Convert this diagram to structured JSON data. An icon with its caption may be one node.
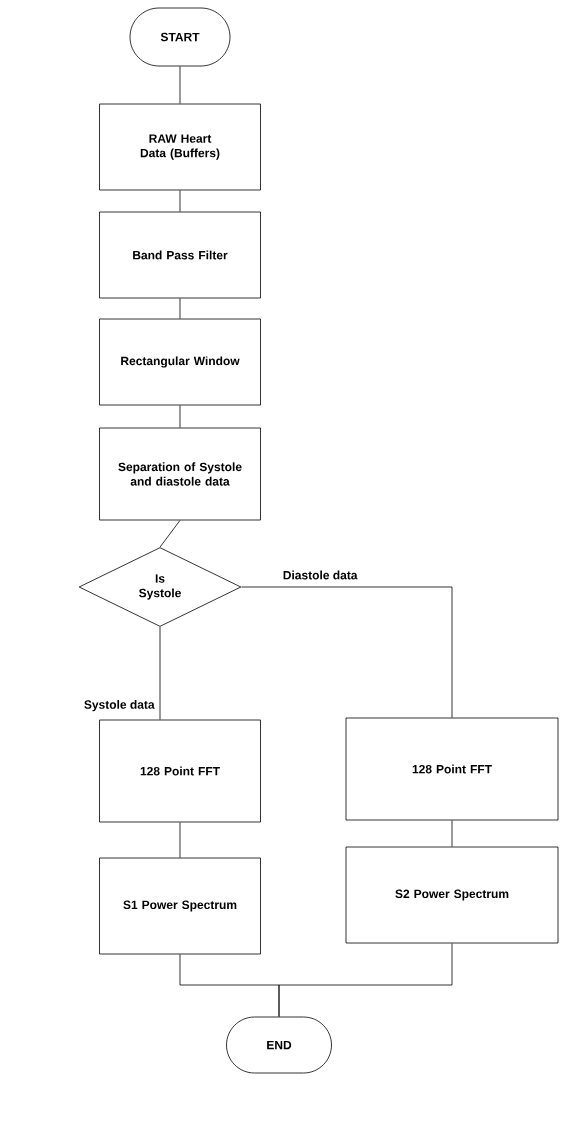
{
  "diagram": {
    "nodes": [
      {
        "text": [
          "START"
        ]
      },
      {
        "text": [
          "RAW Heart Data (Buffers)"
        ]
      },
      {
        "text": [
          "Band Pass Filter"
        ]
      },
      {
        "text": [
          "Rectangular Window"
        ]
      },
      {
        "text": [
          "Separation of Systole and diastole data"
        ]
      },
      {
        "text": [
          "Is Systole"
        ]
      },
      {
        "text": [
          "128 Point FFT"
        ]
      },
      {
        "text": [
          "128 Point FFT"
        ]
      },
      {
        "text": [
          "S1 Power Spectrum"
        ]
      },
      {
        "text": [
          "S2 Power Spectrum"
        ]
      },
      {
        "text": [
          "END"
        ]
      }
    ],
    "edges": [
      {
        "from": 0,
        "to": 1,
        "arrow": "none"
      },
      {
        "from": 1,
        "to": 2,
        "arrow": "none"
      },
      {
        "from": 2,
        "to": 3,
        "arrow": "none"
      },
      {
        "from": 3,
        "to": 4,
        "arrow": "none"
      },
      {
        "from": 4,
        "to": 5,
        "arrow": "none"
      },
      {
        "from": 5,
        "to": 6,
        "label": "Systole data",
        "arrow": "none"
      },
      {
        "from": 5,
        "to": 7,
        "label": "Diastole data",
        "arrow": "none"
      },
      {
        "from": 6,
        "to": 8,
        "arrow": "none"
      },
      {
        "from": 7,
        "to": 9,
        "arrow": "none"
      },
      {
        "from": 8,
        "to": 10,
        "arrow": "none"
      },
      {
        "from": 9,
        "to": 10,
        "arrow": "none"
      }
    ]
  }
}
